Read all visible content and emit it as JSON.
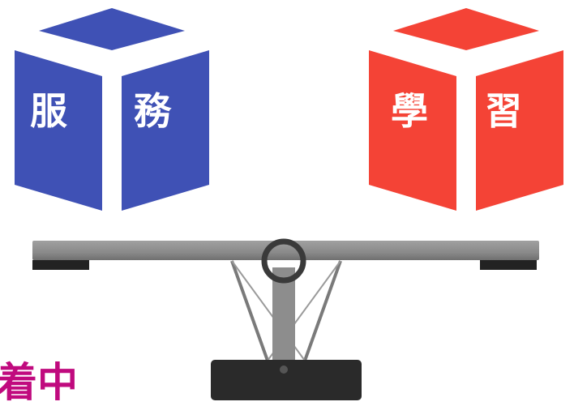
{
  "left_cube": {
    "left_face_text": "服",
    "right_face_text": "務",
    "color": "#3f51b5",
    "top_color": "#3f51b5"
  },
  "right_cube": {
    "left_face_text": "學",
    "right_face_text": "習",
    "color": "#f44336",
    "top_color": "#f44336"
  },
  "balance_scale": {
    "beam_color": "#8f8f8f",
    "pad_color": "#222222",
    "base_color": "#2a2a2a",
    "support_color": "#7a7a7a"
  },
  "bottom_text": {
    "value": "着中",
    "color": "#c00a7e"
  }
}
